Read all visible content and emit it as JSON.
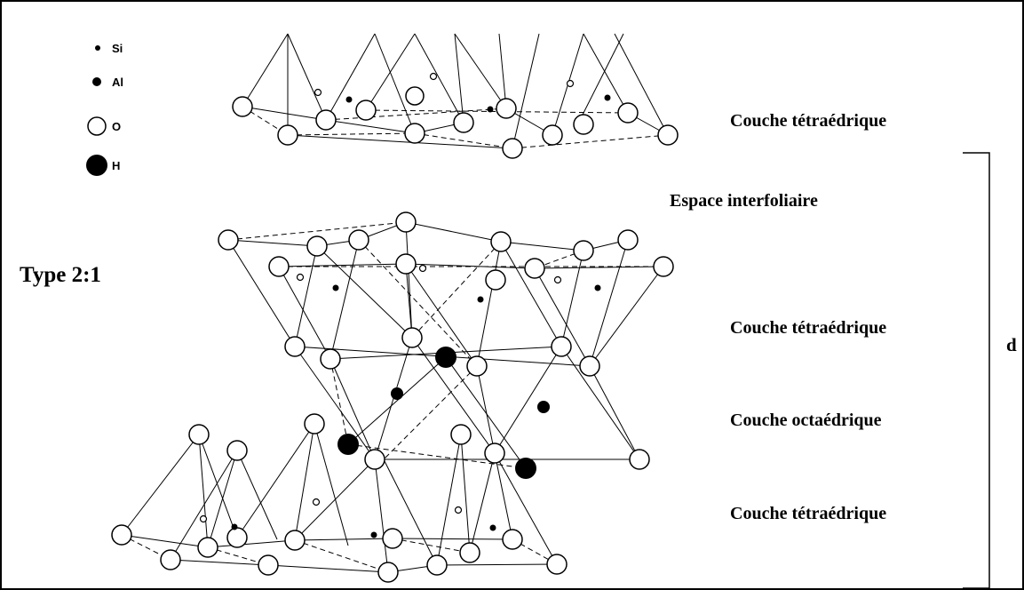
{
  "legend": {
    "items": [
      {
        "symbol": "Si",
        "label": "Si"
      },
      {
        "symbol": "Al",
        "label": "Al"
      },
      {
        "symbol": "O",
        "label": "O"
      },
      {
        "symbol": "H",
        "label": "H"
      }
    ]
  },
  "type_label": "Type 2:1",
  "layers": {
    "top_tetrahedral": "Couche tétraédrique",
    "interlayer_space": "Espace interfoliaire",
    "upper_tetrahedral": "Couche tétraédrique",
    "octahedral": "Couche octaédrique",
    "lower_tetrahedral": "Couche tétraédrique"
  },
  "spacing_label": "d",
  "colors": {
    "line": "#000000",
    "oxygen_fill": "#ffffff",
    "atom_fill": "#000000"
  }
}
